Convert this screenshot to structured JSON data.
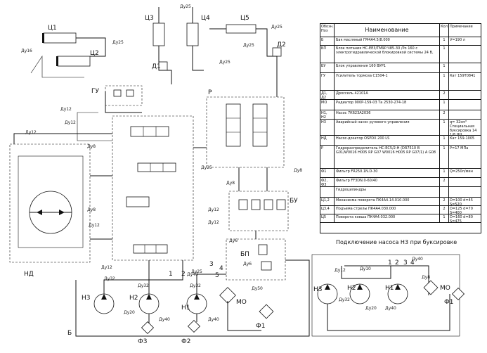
{
  "units": {
    "u1": "Ц1",
    "u2": "Ц2",
    "u3": "Ц3",
    "u4": "Ц4",
    "u5": "Ц5",
    "gu": "ГУ",
    "d1": "Д1",
    "d2": "Д2",
    "p": "Р",
    "bu": "БУ",
    "bp": "БП",
    "nd": "НД",
    "n1": "Н1",
    "n2": "Н2",
    "n3": "Н3",
    "mo": "МО",
    "f1": "Ф1",
    "f2": "Ф2",
    "f3": "Ф3",
    "b": "Б"
  },
  "pipe_labels": [
    "Ду16",
    "Ду25",
    "Ду20",
    "Ду12",
    "Ду8",
    "Ду6",
    "Ду50",
    "Ду40",
    "Ду32",
    "Ду10"
  ],
  "ports": [
    "1",
    "2",
    "3",
    "4",
    "5"
  ],
  "table": {
    "headers": {
      "pos": "Обозн. Поз",
      "name": "Наименование",
      "qty": "Кол",
      "note": "Примечание"
    },
    "rows": [
      {
        "pos": "Б",
        "name": "Бак масляный ГМ4А4.5/8.000",
        "qty": "1",
        "note": "V=190 л"
      },
      {
        "pos": "БП",
        "name": "Блок питания НС-ЕЕ3/ТМ9Р.Ч85-30 /Ро 160 с электрогидравлической блокировкой системы 24 В,",
        "qty": "1",
        "note": ""
      },
      {
        "pos": "БУ",
        "name": "Блок управления 160 ВУР1",
        "qty": "1",
        "note": ""
      },
      {
        "pos": "ГУ",
        "name": "Усилитель тормоза С1504-1",
        "qty": "1",
        "note": "Кат 159Т0841"
      },
      {
        "pos": "Д1, Д2",
        "name": "Дроссель 42101А",
        "qty": "2",
        "note": ""
      },
      {
        "pos": "МО",
        "name": "Радиатор 900Р-159-03 Та 2530-274-18",
        "qty": "1",
        "note": ""
      },
      {
        "pos": "Н1, Н2",
        "name": "Насос 7К623А2036",
        "qty": "2",
        "note": ""
      },
      {
        "pos": "Н3",
        "name": "Аварийный насос рулевого управления",
        "qty": "1",
        "note": "q= 32см³ Специальная буксировка 14 1/8 HH"
      },
      {
        "pos": "НД",
        "name": "Насос-дозатор OSPDX 200 LS",
        "qty": "1",
        "note": "Кат 159-1005"
      },
      {
        "pos": "Р",
        "name": "Гидрораспределитель НС-EC5/2-Н (DR7510 В G01/W0016 H005 RP G07 W0016 H005 RP G07/1) А G08",
        "qty": "1",
        "note": "Р=17 МПа"
      },
      {
        "pos": "Ф1",
        "name": "Фильтр FR250.1N.D-30",
        "qty": "1",
        "note": "Q=250л/мин"
      },
      {
        "pos": "Ф2, Ф3",
        "name": "Фильтр FF3DN.0-60/40",
        "qty": "2",
        "note": ""
      },
      {
        "pos": "",
        "name": "Гидроцилиндры",
        "qty": "",
        "note": ""
      },
      {
        "pos": "Ц1,2",
        "name": "Механизма поворота ПК4А4.14.010.000",
        "qty": "2",
        "note": "D=100 d=45 S=520"
      },
      {
        "pos": "Ц3,4",
        "name": "Подъема стрелы ПК4А4.030.000",
        "qty": "2",
        "note": "D=125 d=70 S=400"
      },
      {
        "pos": "Ц5",
        "name": "Поворота ковша ПК4А4.032.000",
        "qty": "1",
        "note": "D=160 d=80 S=475"
      }
    ]
  },
  "subtitle": "Подключение насоса Н3 при буксировке"
}
